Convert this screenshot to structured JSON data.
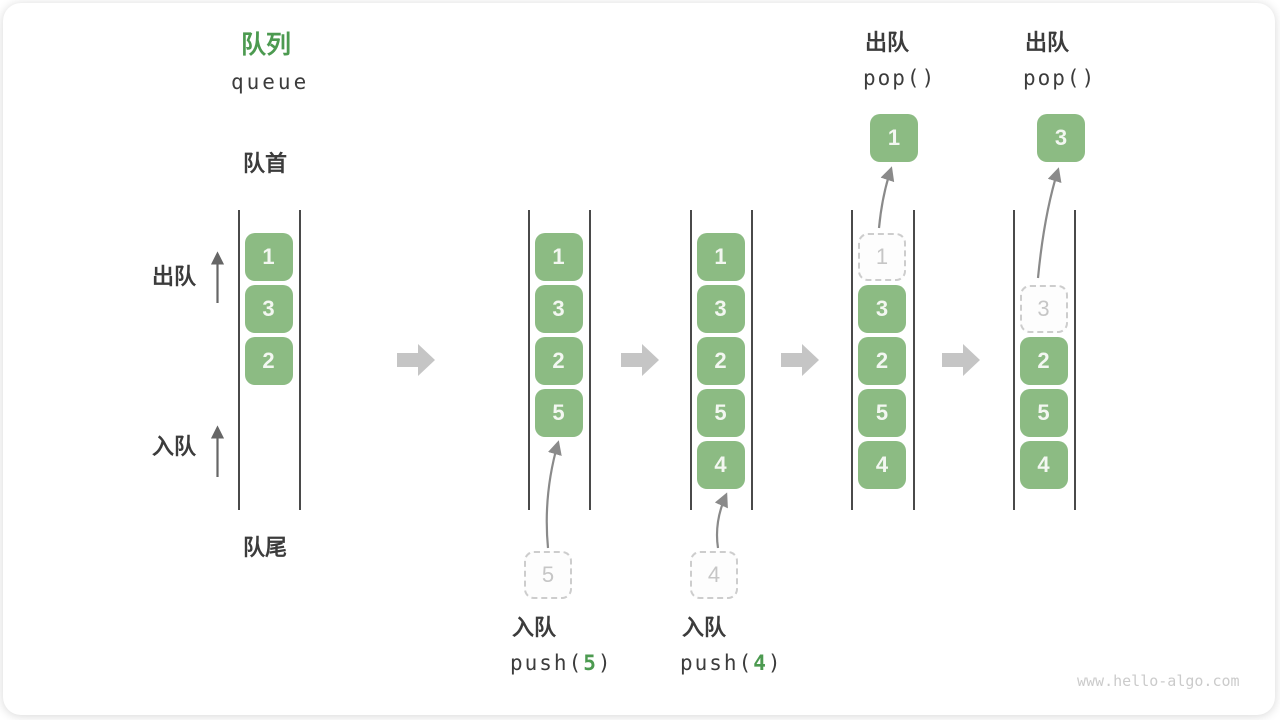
{
  "title": {
    "zh": "队列",
    "en": "queue"
  },
  "side_labels": {
    "front": "队首",
    "rear": "队尾",
    "dequeue": "出队",
    "enqueue": "入队"
  },
  "states": [
    {
      "name": "initial-queue",
      "slots": [
        {
          "slot": 0,
          "v": "1",
          "style": "solid"
        },
        {
          "slot": 1,
          "v": "3",
          "style": "solid"
        },
        {
          "slot": 2,
          "v": "2",
          "style": "solid"
        }
      ]
    },
    {
      "name": "after-push-5",
      "slots": [
        {
          "slot": 0,
          "v": "1",
          "style": "solid"
        },
        {
          "slot": 1,
          "v": "3",
          "style": "solid"
        },
        {
          "slot": 2,
          "v": "2",
          "style": "solid"
        },
        {
          "slot": 3,
          "v": "5",
          "style": "solid"
        }
      ],
      "staged": "5",
      "op_label": "入队",
      "op_code_prefix": "push(",
      "op_arg": "5",
      "op_code_suffix": ")"
    },
    {
      "name": "after-push-4",
      "slots": [
        {
          "slot": 0,
          "v": "1",
          "style": "solid"
        },
        {
          "slot": 1,
          "v": "3",
          "style": "solid"
        },
        {
          "slot": 2,
          "v": "2",
          "style": "solid"
        },
        {
          "slot": 3,
          "v": "5",
          "style": "solid"
        },
        {
          "slot": 4,
          "v": "4",
          "style": "solid"
        }
      ],
      "staged": "4",
      "op_label": "入队",
      "op_code_prefix": "push(",
      "op_arg": "4",
      "op_code_suffix": ")"
    },
    {
      "name": "pop-1",
      "slots": [
        {
          "slot": 0,
          "v": "1",
          "style": "ghost"
        },
        {
          "slot": 1,
          "v": "3",
          "style": "solid"
        },
        {
          "slot": 2,
          "v": "2",
          "style": "solid"
        },
        {
          "slot": 3,
          "v": "5",
          "style": "solid"
        },
        {
          "slot": 4,
          "v": "4",
          "style": "solid"
        }
      ],
      "popped": "1",
      "op_label": "出队",
      "op_code": "pop()"
    },
    {
      "name": "pop-3",
      "slots": [
        {
          "slot": 1,
          "v": "3",
          "style": "ghost"
        },
        {
          "slot": 2,
          "v": "2",
          "style": "solid"
        },
        {
          "slot": 3,
          "v": "5",
          "style": "solid"
        },
        {
          "slot": 4,
          "v": "4",
          "style": "solid"
        }
      ],
      "popped": "3",
      "op_label": "出队",
      "op_code": "pop()"
    }
  ],
  "watermark": "www.hello-algo.com",
  "colors": {
    "box_green": "#8CBB83",
    "title_green": "#4C9A50",
    "text_dark": "#3C3C3C",
    "ghost_gray": "#CDCDCD",
    "flow_arrow_gray": "#C5C5C5",
    "pointer_arrow_gray": "#8A8A8A",
    "channel_line": "#4A4A4A",
    "watermark_gray": "#CBCBCB"
  }
}
